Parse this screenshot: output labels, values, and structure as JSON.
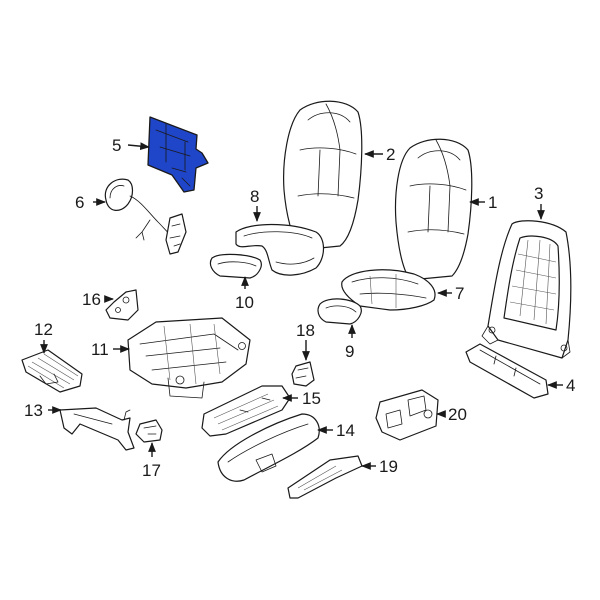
{
  "colors": {
    "highlight": "#1f45c8",
    "line": "#1a1a1a",
    "background": "#ffffff"
  },
  "callouts": {
    "c1": "1",
    "c2": "2",
    "c3": "3",
    "c4": "4",
    "c5": "5",
    "c6": "6",
    "c7": "7",
    "c8": "8",
    "c9": "9",
    "c10": "10",
    "c11": "11",
    "c12": "12",
    "c13": "13",
    "c14": "14",
    "c15": "15",
    "c16": "16",
    "c17": "17",
    "c18": "18",
    "c19": "19",
    "c20": "20"
  },
  "highlighted_part": "5"
}
